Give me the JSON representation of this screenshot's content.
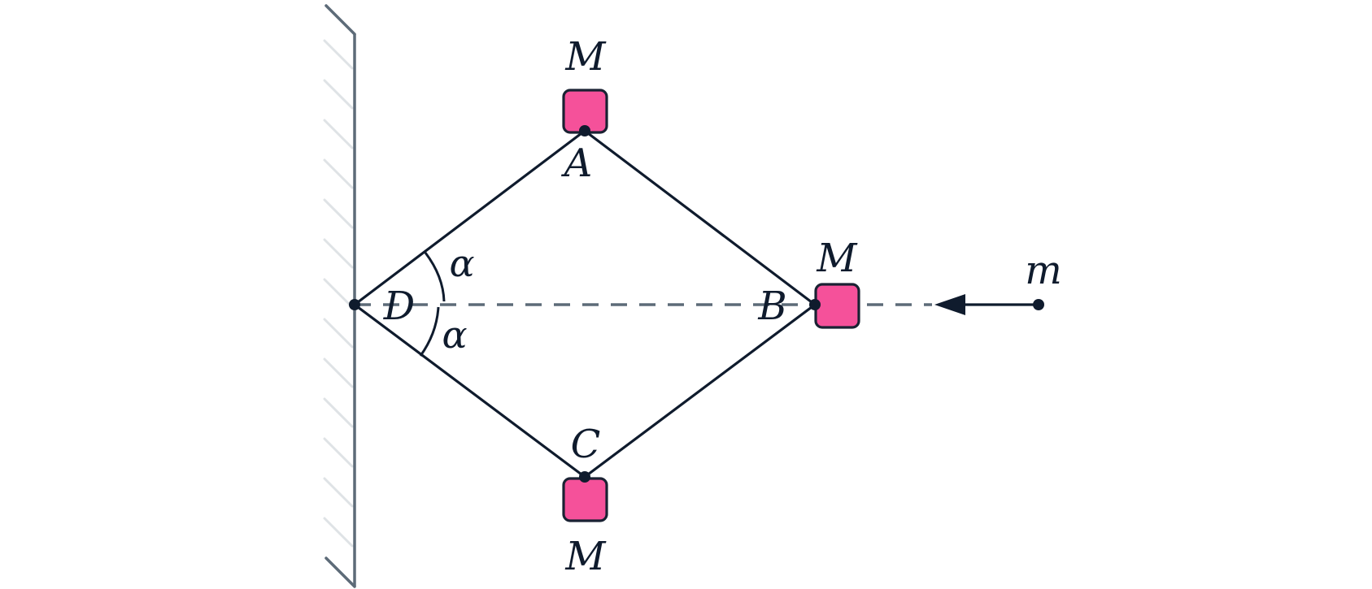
{
  "diagram": {
    "labels": {
      "point_a": "A",
      "point_b": "B",
      "point_c": "C",
      "point_d": "D",
      "mass_top": "M",
      "mass_right": "M",
      "mass_bottom": "M",
      "projectile_mass": "m",
      "angle_upper": "α",
      "angle_lower": "α"
    },
    "colors": {
      "rod": "#0f1b2d",
      "wall": "#5d6b78",
      "hatch": "#d9dde1",
      "dashed_axis": "#5d6b78",
      "mass_fill": "#f5519a",
      "mass_stroke": "#1a2233",
      "background": "#ffffff"
    }
  }
}
